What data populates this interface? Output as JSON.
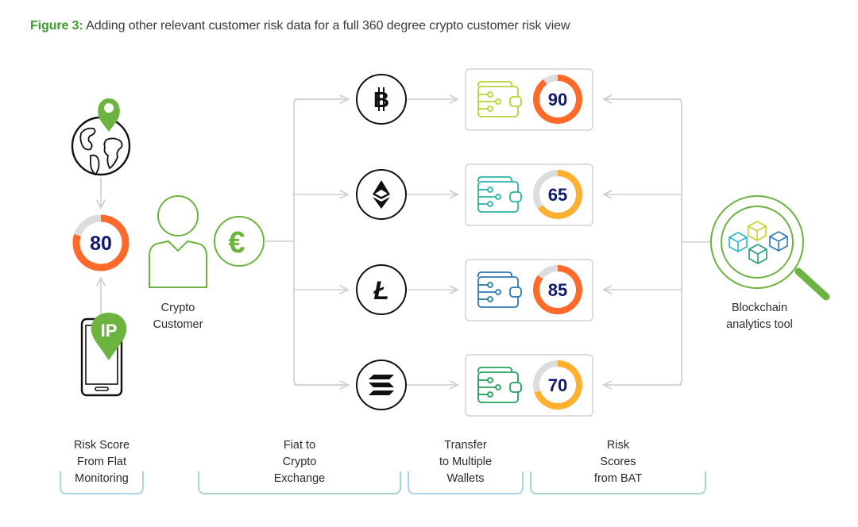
{
  "caption": {
    "figure_label": "Figure 3:",
    "text": "Adding other relevant customer risk data for a full 360 degree crypto customer risk view"
  },
  "left_column": {
    "top_icon": "globe-with-location-pin-icon",
    "bottom_icon": "smartphone-with-ip-pin-icon",
    "ip_pin_label": "IP",
    "risk_score": {
      "value": 80,
      "level": "high"
    }
  },
  "customer": {
    "icon": "person-icon",
    "label_line1": "Crypto",
    "label_line2": "Customer"
  },
  "fiat": {
    "icon": "euro-icon",
    "symbol": "€"
  },
  "cryptos": [
    {
      "name": "Bitcoin",
      "icon": "bitcoin-icon",
      "symbol": "B",
      "wallet_color": "#b7d334",
      "score": 90,
      "level": "high"
    },
    {
      "name": "Ethereum",
      "icon": "ethereum-icon",
      "symbol": "",
      "wallet_color": "#2bb3a6",
      "score": 65,
      "level": "medium"
    },
    {
      "name": "Litecoin",
      "icon": "litecoin-icon",
      "symbol": "Ł",
      "wallet_color": "#2a7ab5",
      "score": 85,
      "level": "high"
    },
    {
      "name": "Solana",
      "icon": "solana-icon",
      "symbol": "",
      "wallet_color": "#24a05a",
      "score": 70,
      "level": "medium"
    }
  ],
  "bat": {
    "icon": "magnifier-blockchain-icon",
    "label_line1": "Blockchain",
    "label_line2": "analytics tool"
  },
  "stages": [
    {
      "lines": [
        "Risk Score",
        "From Flat",
        "Monitoring"
      ]
    },
    {
      "lines": [
        "Fiat to",
        "Crypto",
        "Exchange"
      ]
    },
    {
      "lines": [
        "Transfer",
        "to Multiple",
        "Wallets"
      ]
    },
    {
      "lines": [
        "Risk",
        "Scores",
        "from BAT"
      ]
    }
  ],
  "colors": {
    "brand_green": "#3d9a2f",
    "icon_green": "#6cb33f",
    "high_risk": "#ff6a2b",
    "medium_risk": "#ffb02e",
    "ring_track": "#dcdcdc",
    "score_text": "#101a6e",
    "connector": "#cfcfcf",
    "bracket": "#a9d6e0"
  }
}
